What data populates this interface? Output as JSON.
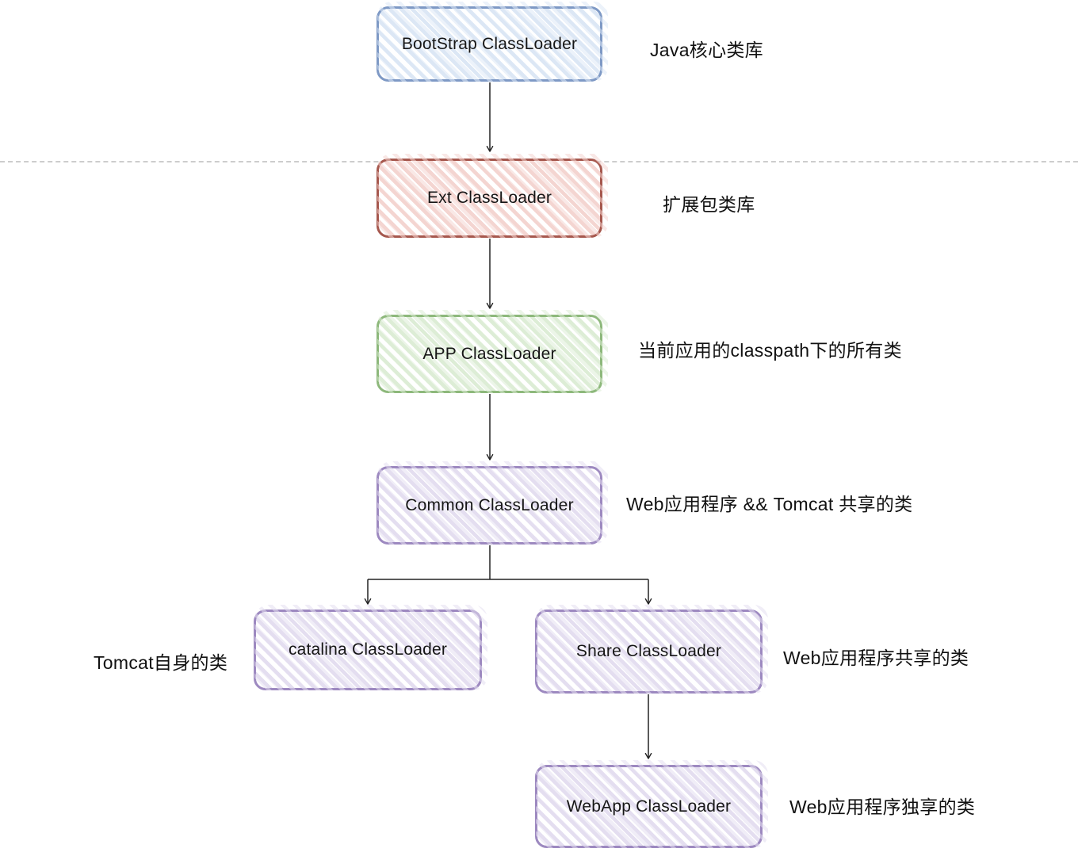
{
  "diagram": {
    "nodes": [
      {
        "id": "bootstrap",
        "label": "BootStrap ClassLoader",
        "scheme": "blue",
        "annotation": "Java核心类库"
      },
      {
        "id": "ext",
        "label": "Ext ClassLoader",
        "scheme": "red",
        "annotation": "扩展包类库"
      },
      {
        "id": "app",
        "label": "APP ClassLoader",
        "scheme": "green",
        "annotation": "当前应用的classpath下的所有类"
      },
      {
        "id": "common",
        "label": "Common ClassLoader",
        "scheme": "purple",
        "annotation": "Web应用程序 && Tomcat 共享的类"
      },
      {
        "id": "catalina",
        "label": "catalina ClassLoader",
        "scheme": "purple",
        "annotation": "Tomcat自身的类"
      },
      {
        "id": "share",
        "label": "Share ClassLoader",
        "scheme": "purple",
        "annotation": "Web应用程序共享的类"
      },
      {
        "id": "webapp",
        "label": "WebApp ClassLoader",
        "scheme": "purple",
        "annotation": "Web应用程序独享的类"
      }
    ],
    "edges": [
      {
        "from": "bootstrap",
        "to": "ext"
      },
      {
        "from": "ext",
        "to": "app"
      },
      {
        "from": "app",
        "to": "common"
      },
      {
        "from": "common",
        "to": "catalina"
      },
      {
        "from": "common",
        "to": "share"
      },
      {
        "from": "share",
        "to": "webapp"
      }
    ],
    "colors": {
      "blue_border": "#7e99c5",
      "blue_stripe": "#dce7f5",
      "red_border": "#a6584e",
      "red_stripe": "#f4d5d1",
      "green_border": "#8db87b",
      "green_stripe": "#ddedd6",
      "purple_border": "#9d89c0",
      "purple_stripe": "#e4def0",
      "arrow": "#232323",
      "dashed_separator": "#cdcdcd"
    }
  }
}
